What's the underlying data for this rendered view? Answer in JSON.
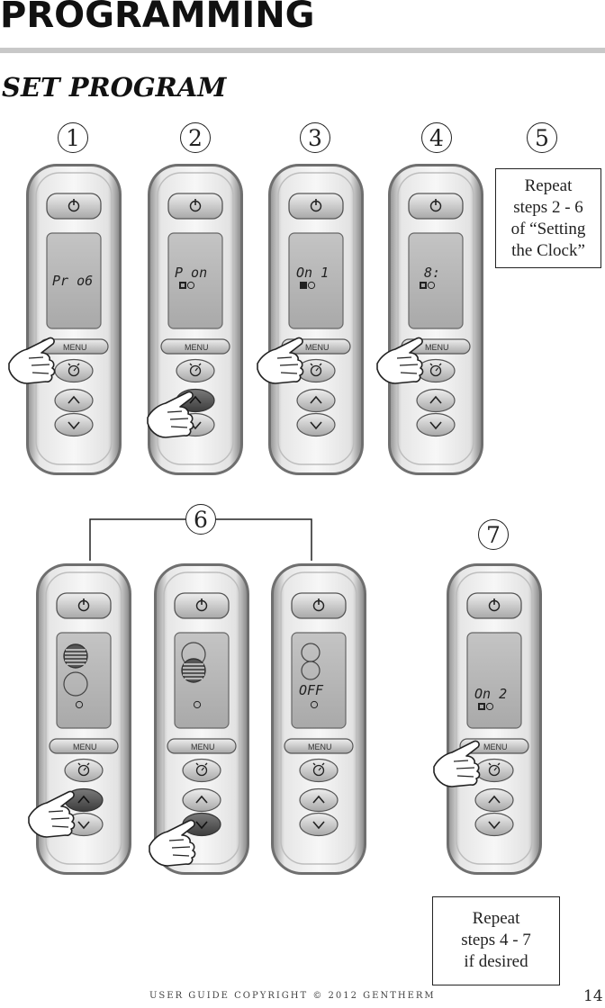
{
  "header": {
    "title": "PROGRAMMING"
  },
  "section": {
    "title": "SET PROGRAM"
  },
  "steps": [
    "1",
    "2",
    "3",
    "4",
    "5",
    "6",
    "7"
  ],
  "notes": {
    "step5": [
      "Repeat",
      "steps 2 - 6",
      "of “Setting",
      "the Clock”"
    ],
    "step7": [
      "Repeat",
      "steps 4 - 7",
      "if desired"
    ]
  },
  "remote_labels": {
    "menu": "MENU"
  },
  "displays": {
    "step1": "Pr o6",
    "step2": "P  on",
    "step3": "On  1",
    "step4": "8:",
    "step6c": "OFF",
    "step7": "On  2"
  },
  "icons": [
    "power-icon",
    "timer-icon",
    "up-arrow-icon",
    "down-arrow-icon",
    "hand-pointer-icon",
    "fan-grille-icon",
    "clock-icon"
  ],
  "footer": {
    "copyright": "USER GUIDE COPYRIGHT © 2012 GENTHERM",
    "page": "14"
  }
}
